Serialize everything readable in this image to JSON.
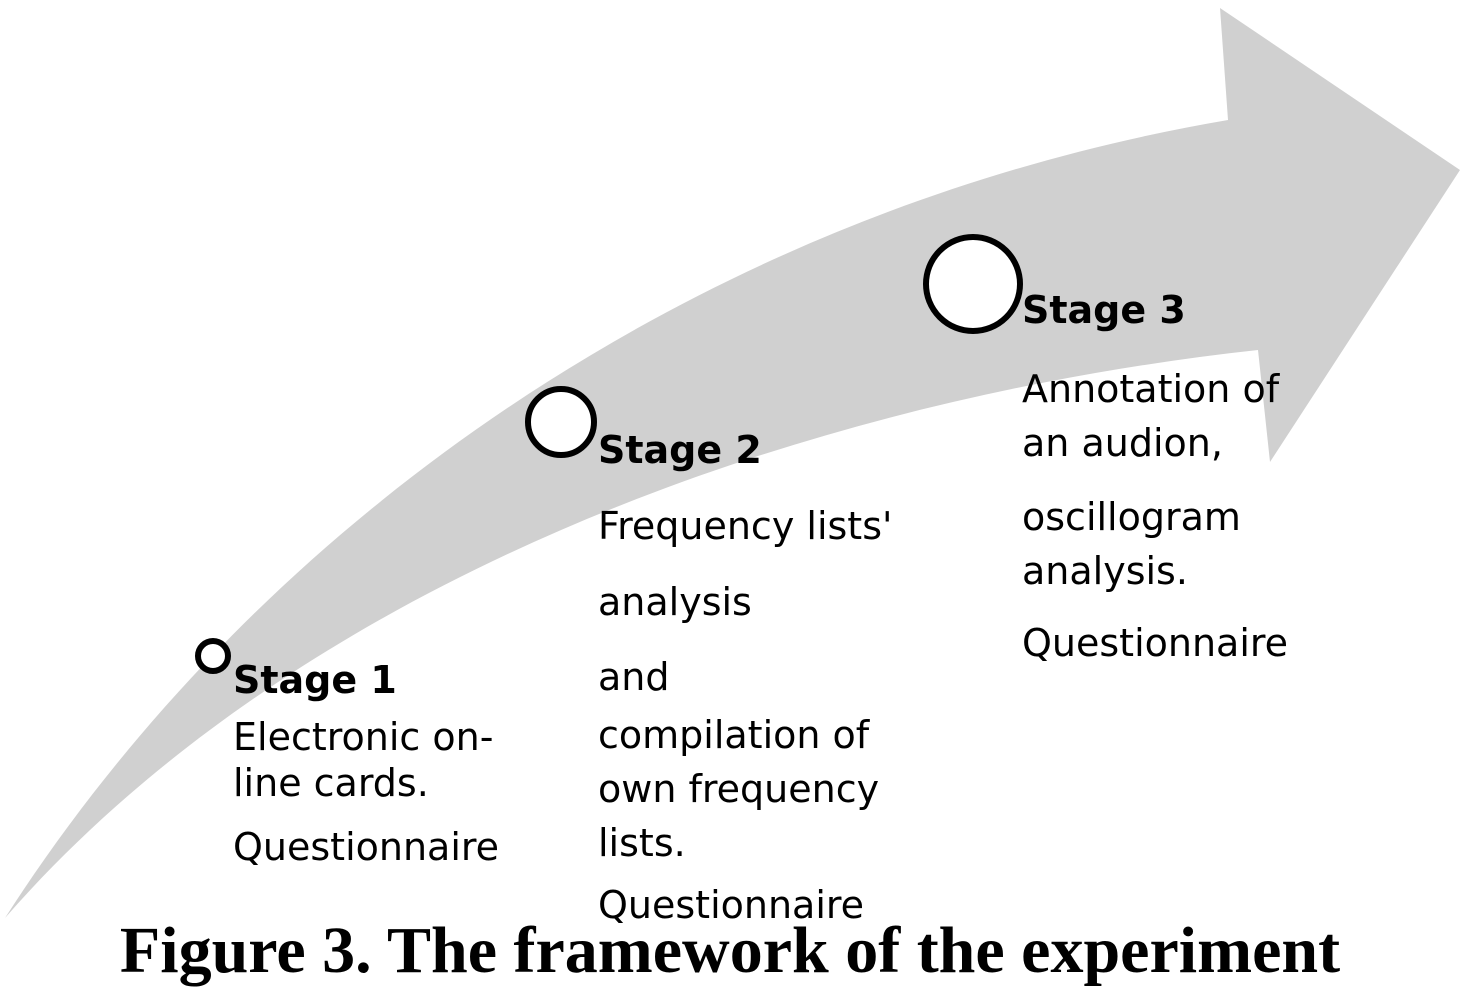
{
  "diagram": {
    "arrow_color": "#d0d0d0",
    "marker_stroke": "#000000",
    "marker_fill": "#ffffff"
  },
  "stages": [
    {
      "title": "Stage 1",
      "lines": [
        "Electronic on-",
        "line cards.",
        "Questionnaire"
      ]
    },
    {
      "title": "Stage 2",
      "lines": [
        "Frequency lists'",
        "analysis",
        "and",
        "compilation of",
        "own frequency",
        "lists.",
        "Questionnaire"
      ]
    },
    {
      "title": "Stage 3",
      "lines": [
        "Annotation of",
        "an audion,",
        "oscillogram",
        "analysis.",
        "Questionnaire"
      ]
    }
  ],
  "caption": "Figure 3. The framework of the experiment"
}
